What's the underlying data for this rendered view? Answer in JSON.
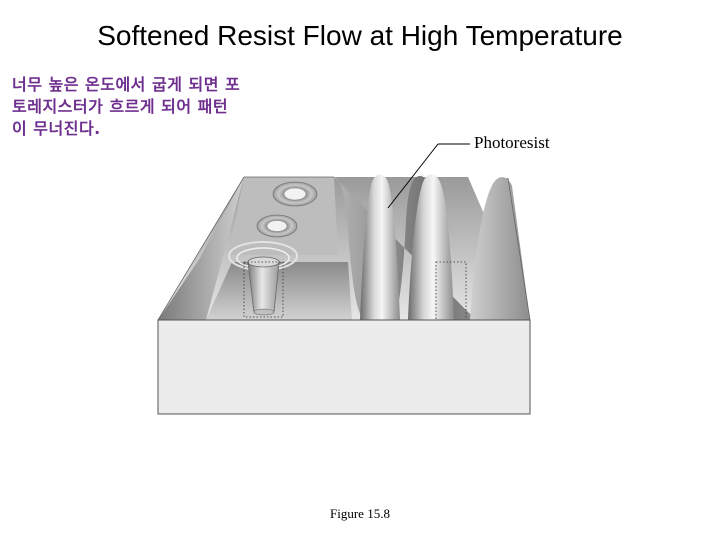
{
  "title": "Softened Resist Flow at High Temperature",
  "note_lines": [
    "너무 높은 온도에서 굽게 되면 포",
    "토레지스터가 흐르게 되어 패턴",
    "이 무너진다."
  ],
  "label": "Photoresist",
  "caption": "Figure 15.8"
}
